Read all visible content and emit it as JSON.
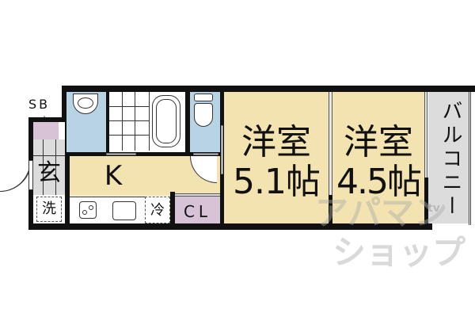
{
  "floorplan": {
    "rooms": {
      "western_room_1": {
        "name": "洋室",
        "size": "5.1帖"
      },
      "western_room_2": {
        "name": "洋室",
        "size": "4.5帖"
      },
      "kitchen": {
        "label": "K"
      },
      "entrance": {
        "label": "玄"
      },
      "washer": {
        "label": "洗"
      },
      "fridge": {
        "label": "冷"
      },
      "closet": {
        "label": "CL"
      },
      "shoe_box": {
        "label": "SB"
      },
      "balcony": {
        "label": "バルコニー"
      }
    },
    "watermark": {
      "line1": "アパマン",
      "line2": "ショップ",
      "tv": "tv"
    },
    "colors": {
      "room": "#f3e3b0",
      "wet_area": "#b8d3e3",
      "storage": "#d8c2d6",
      "balcony": "#dcdcdc",
      "wall": "#111111"
    }
  }
}
